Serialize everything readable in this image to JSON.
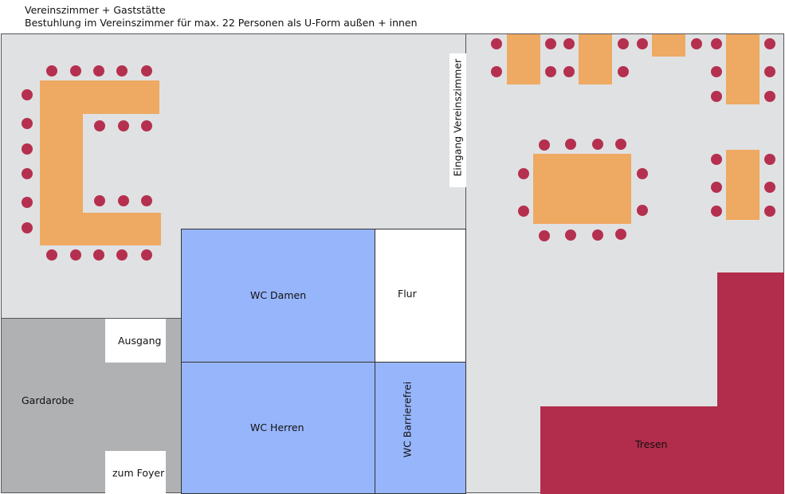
{
  "header": {
    "title": "Vereinszimmer + Gaststätte",
    "subtitle": "Bestuhlung im Vereinszimmer für max. 22 Personen als U-Form außen + innen"
  },
  "labels": {
    "eingang": "Eingang Vereinszimmer",
    "wc_damen": "WC Damen",
    "flur": "Flur",
    "wc_herren": "WC Herren",
    "wc_barrierefrei": "WC Barrierefrei",
    "ausgang": "Ausgang",
    "gardarobe": "Gardarobe",
    "zum_foyer": "zum Foyer",
    "tresen": "Tresen"
  },
  "colors": {
    "floor": "#e0e1e3",
    "gardarobe": "#b0b1b3",
    "wc": "#97b5fb",
    "table": "#eea962",
    "chair": "#b5304f",
    "tresen": "#b22c4b"
  }
}
